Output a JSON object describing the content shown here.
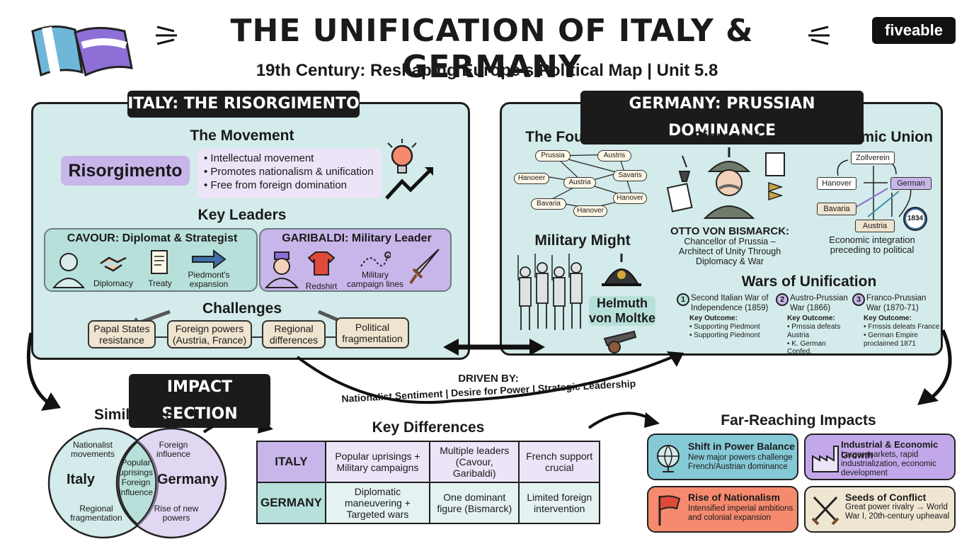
{
  "header": {
    "title": "THE UNIFICATION OF ITALY & GERMANY",
    "subtitle": "19th Century: Reshaping Europe’s Political Map | Unit 5.8",
    "brand": "fiveable"
  },
  "italy": {
    "title": "ITALY: THE RISORGIMENTO",
    "movement_heading": "The Movement",
    "risorgimento_label": "Risorgimento",
    "bullets": [
      "• Intellectual movement",
      "• Promotes nationalism & unification",
      "• Free from foreign domination"
    ],
    "leaders_heading": "Key Leaders",
    "cavour": {
      "title": "CAVOUR: Diplomat & Strategist",
      "items": [
        "Diplomacy",
        "Treaty",
        "Piedmont's expansion"
      ]
    },
    "garibaldi": {
      "title": "GARIBALDI: Military Leader",
      "items": [
        "Redshirt",
        "Military campaign lines"
      ]
    },
    "challenges_heading": "Challenges",
    "challenges": [
      "Papal States resistance",
      "Foreign powers (Austria, France)",
      "Regional differences",
      "Political fragmentation"
    ]
  },
  "germany": {
    "title": "GERMANY: PRUSSIAN DOMINANCE",
    "foundation": {
      "heading": "The Foundation",
      "nodes": [
        "Prussia",
        "Austris",
        "Hanoeer",
        "Austria",
        "Savaris",
        "Bavaria",
        "Hanover",
        "Hanover"
      ]
    },
    "bismarck": {
      "heading": "Bismarck",
      "name": "OTTO VON BISMARCK:",
      "desc": "Chancellor of Prussia – Architect of Unity Through Diplomacy & War"
    },
    "economic": {
      "heading": "Economic Union",
      "nodes": [
        "Zollverein",
        "Hanover",
        "German",
        "Bavaria",
        "Austria",
        "1834"
      ],
      "caption": "Economic integration preceding to political"
    },
    "military": {
      "heading": "Military Might",
      "leader": "Helmuth von Moltke"
    },
    "wars": {
      "heading": "Wars of Unification",
      "items": [
        {
          "num": "1",
          "title": "Second Italian War of Independence (1859)",
          "outcome_label": "Key Outcome:",
          "outcomes": [
            "• Supporting Piedmont",
            "• Supporting Piedmont"
          ]
        },
        {
          "num": "2",
          "title": "Austro-Prussian War (1866)",
          "outcome_label": "Key Outcome:",
          "outcomes": [
            "• Prnssia defeats Austria",
            "• K. German Confed."
          ]
        },
        {
          "num": "3",
          "title": "Franco-Prussian War (1870-71)",
          "outcome_label": "Key Outcome:",
          "outcomes": [
            "• Frnssis deleats France",
            "• German Empire proclaimed 1871"
          ]
        }
      ]
    }
  },
  "driven": {
    "label": "DRIVEN BY:",
    "arc_text": "Nationalist Sentiment | Desire for Power | Strategic Leadership"
  },
  "impact": {
    "title": "IMPACT SECTION",
    "similarities": {
      "heading": "Similarities",
      "left_label": "Italy",
      "right_label": "Germany",
      "left_top": "Nationalist movements",
      "left_bottom": "Regional fragmentation",
      "center": "Popular uprisings Foreign influence",
      "right_top": "Foreign influence",
      "right_bottom": "Rise of new powers"
    },
    "differences": {
      "heading": "Key Differences",
      "rows": [
        [
          "ITALY",
          "Popular uprisings + Military campaigns",
          "Multiple leaders (Cavour, Garibaldi)",
          "French support crucial"
        ],
        [
          "GERMANY",
          "Diplomatic maneuvering + Targeted wars",
          "One dominant figure (Bismarck)",
          "Limited foreign intervention"
        ]
      ]
    },
    "far_reaching": {
      "heading": "Far-Reaching Impacts",
      "items": [
        {
          "title": "Shift in Power Balance",
          "text": "New major powers challenge French/Austrian dominance",
          "color": "#86c9d6"
        },
        {
          "title": "Industrial & Economic Growth",
          "text": "Larger markets, rapid industrialization, economic development",
          "color": "#c2a8ea"
        },
        {
          "title": "Rise of Nationalism",
          "text": "Intensified imperial ambitions and colonial expansion",
          "color": "#f58a6e"
        },
        {
          "title": "Seeds of Conflict",
          "text": "Great power rivalry → World War I, 20th-century upheaval",
          "color": "#efe6d1"
        }
      ]
    }
  },
  "colors": {
    "panel": "#d3ebea",
    "purple": "#c8b6ea",
    "teal": "#86c9d6",
    "coral": "#f58a6e",
    "cream": "#efe4cf"
  }
}
